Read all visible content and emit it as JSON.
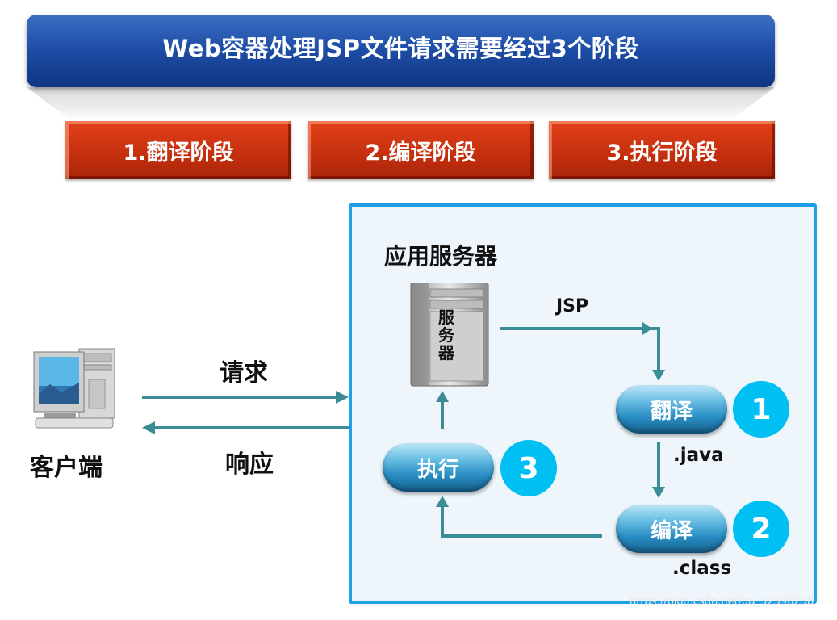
{
  "title": "Web容器处理JSP文件请求需要经过3个阶段",
  "stages": [
    {
      "label": "1.翻译阶段"
    },
    {
      "label": "2.编译阶段"
    },
    {
      "label": "3.执行阶段"
    }
  ],
  "panel": {
    "title": "应用服务器"
  },
  "server_label": "服务器",
  "client_label": "客户端",
  "request_label": "请求",
  "response_label": "响应",
  "jsp_label": "JSP",
  "java_label": ".java",
  "class_label": ".class",
  "steps": {
    "translate": {
      "label": "翻译",
      "number": "1"
    },
    "compile": {
      "label": "编译",
      "number": "2"
    },
    "execute": {
      "label": "执行",
      "number": "3"
    }
  },
  "colors": {
    "banner": "#1f4fa8",
    "stage": "#c7310f",
    "panel_border": "#1ea0e6",
    "arrow": "#3a8c96",
    "number_circle": "#00bff3"
  },
  "icons": [
    "client-computer-icon",
    "server-tower-icon"
  ],
  "watermark": "https://blog.csdn.net/qq_32596258"
}
